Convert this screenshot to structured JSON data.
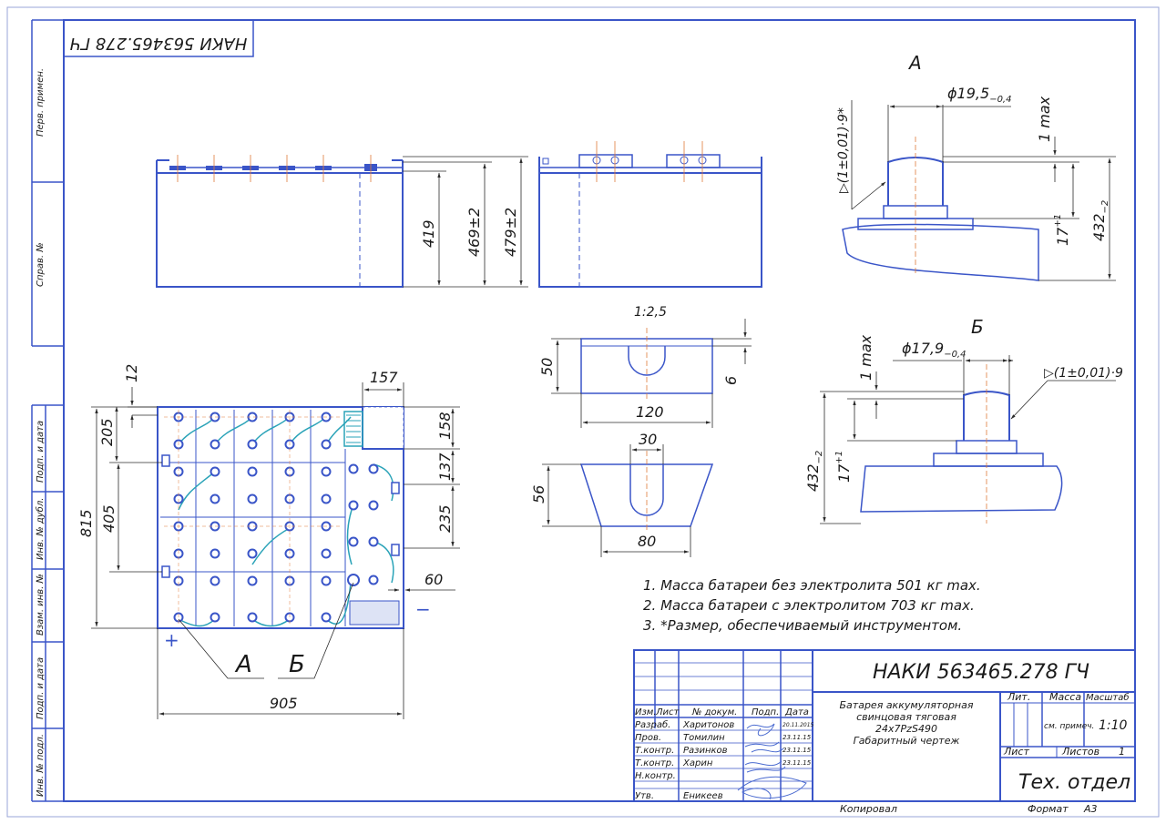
{
  "colors": {
    "line": "#3a55c8",
    "dim": "#2b2b2b",
    "axis": "#e07a3a",
    "cell": "#2aa3b8",
    "sign": "#4b6bd0"
  },
  "stamp": {
    "designation": "НАКИ 563465.278 ГЧ",
    "title_lines": [
      "Батарея аккумуляторная",
      "свинцовая тяговая",
      "24х7PzS490",
      "Габаритный чертеж"
    ],
    "col_lit": "Лит.",
    "col_mass": "Масса",
    "col_scale": "Масштаб",
    "mass_value": "см. примеч.",
    "scale_value": "1:10",
    "sheet_label": "Лист",
    "sheets_label": "Листов",
    "sheets_value": "1",
    "org": "Тех. отдел",
    "copied": "Копировал",
    "format_label": "Формат",
    "format_value": "А3",
    "hdr_izm": "Изм.",
    "hdr_list": "Лист",
    "hdr_doc": "№ докум.",
    "hdr_sign": "Подп.",
    "hdr_date": "Дата",
    "roles": [
      {
        "role": "Разраб.",
        "name": "Харитонов",
        "date": "20.11.2015"
      },
      {
        "role": "Пров.",
        "name": "Томилин",
        "date": "23.11.15"
      },
      {
        "role": "Т.контр.",
        "name": "Разинков",
        "date": "23.11.15"
      },
      {
        "role": "Т.контр.",
        "name": "Харин",
        "date": "23.11.15"
      },
      {
        "role": "Н.контр.",
        "name": "",
        "date": ""
      },
      {
        "role": "Утв.",
        "name": "Еникеев",
        "date": ""
      }
    ]
  },
  "side_labels": [
    "Перв. примен.",
    "Справ. №",
    "Подп. и дата",
    "Инв. № дубл.",
    "Взам. инв. №",
    "Подп. и дата",
    "Инв. № подл."
  ],
  "top_designation": "НАКИ 563465.278 ГЧ",
  "notes": [
    "1. Масса батареи без электролита 501 кг max.",
    "2. Масса батареи с электролитом 703 кг max.",
    "3. *Размер, обеспечиваемый инструментом."
  ],
  "dims": {
    "front_h1": "419",
    "front_h2": "469±2",
    "front_h3": "479±2",
    "plan_12": "12",
    "plan_157": "157",
    "plan_205": "205",
    "plan_815": "815",
    "plan_405": "405",
    "plan_158": "158",
    "plan_137": "137",
    "plan_235": "235",
    "plan_60": "60",
    "plan_905": "905",
    "label_a": "А",
    "label_b": "Б",
    "plus": "+",
    "minus": "−",
    "scale_small": "1:2,5",
    "pad_50": "50",
    "pad_6": "6",
    "pad_120": "120",
    "pad_30": "30",
    "pad_56": "56",
    "pad_80": "80",
    "a_title": "А",
    "a_dia": "ϕ19,5",
    "a_dia_tol": "−0,4",
    "a_1max": "1 max",
    "a_torque": "(1±0,01)·9*",
    "a_17": "17",
    "a_17_tol": "+1",
    "a_432": "432",
    "a_432_tol": "−2",
    "b_title": "Б",
    "b_dia": "ϕ17,9",
    "b_dia_tol": "−0,4",
    "b_1max": "1 max",
    "b_torque": "(1±0,01)·9",
    "b_17": "17",
    "b_17_tol": "+1",
    "b_432": "432",
    "b_432_tol": "−2"
  }
}
